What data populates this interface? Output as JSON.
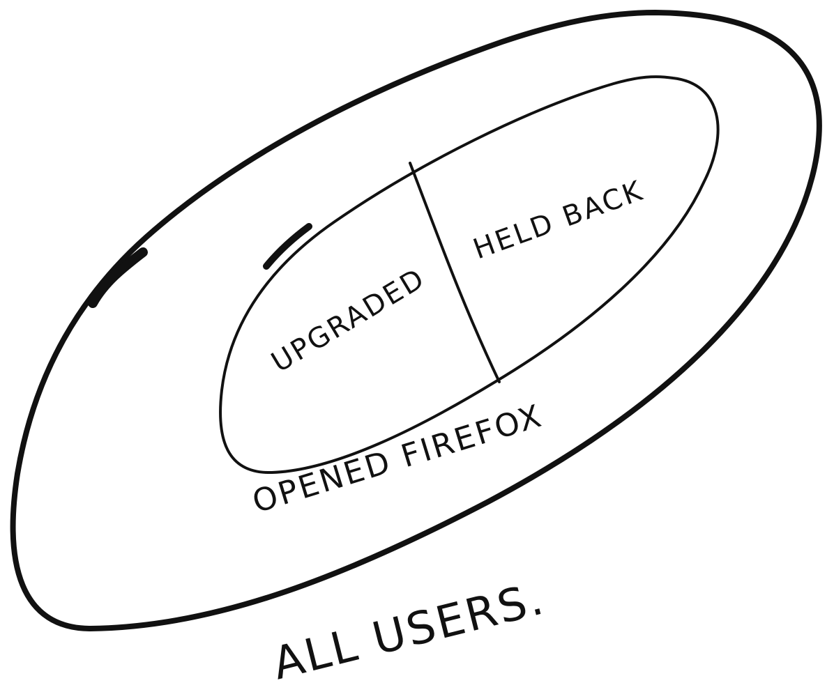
{
  "diagram": {
    "type": "nested-sets",
    "ink_color": "#111111",
    "background": "#ffffff",
    "sets": [
      {
        "id": "all-users",
        "label": "ALL USERS.",
        "contains": [
          "opened-firefox"
        ]
      },
      {
        "id": "opened-firefox",
        "label": "OPENED FIREFOX",
        "contains": [
          "upgraded",
          "held-back"
        ]
      },
      {
        "id": "upgraded",
        "label": "UPGRADED"
      },
      {
        "id": "held-back",
        "label": "HELD BACK"
      }
    ]
  }
}
